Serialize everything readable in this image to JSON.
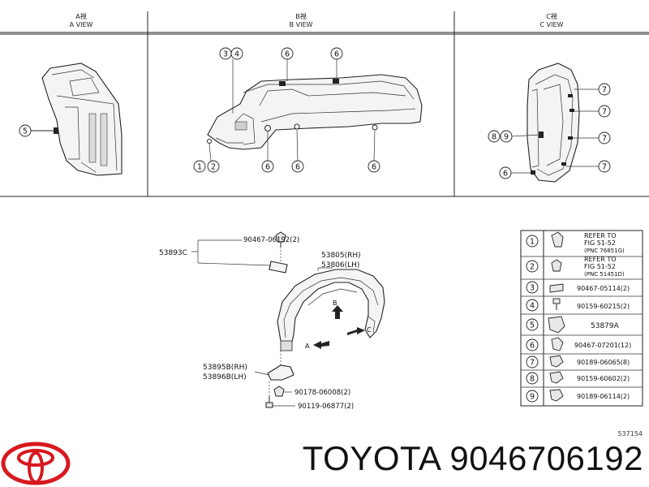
{
  "views": [
    {
      "cn": "A視",
      "en": "A VIEW"
    },
    {
      "cn": "B視",
      "en": "B VIEW"
    },
    {
      "cn": "C視",
      "en": "C VIEW"
    }
  ],
  "view_a_callouts": [
    "5"
  ],
  "view_b_callouts": [
    "3",
    "4",
    "6",
    "6",
    "1",
    "2",
    "6",
    "6",
    "6"
  ],
  "view_c_callouts": [
    "7",
    "7",
    "7",
    "7",
    "8",
    "9",
    "6"
  ],
  "main_labels": {
    "part_53893c": "53893C",
    "bolt_top": "90467-06192(2)",
    "liner_rh": "53805(RH)",
    "liner_lh": "53806(LH)",
    "bracket_rh": "53895B(RH)",
    "bracket_lh": "53896B(LH)",
    "clip_bottom": "90178-06008(2)",
    "screw_bottom": "90119-06877(2)",
    "arrow_a": "A",
    "arrow_b": "B",
    "arrow_c": "C"
  },
  "legend": [
    {
      "num": "1",
      "lines": [
        "REFER TO",
        "FIG 51-52",
        "(PNC 76851G)"
      ]
    },
    {
      "num": "2",
      "lines": [
        "REFER TO",
        "FIG 51-52",
        "(PNC 51451D)"
      ]
    },
    {
      "num": "3",
      "lines": [
        "90467-05114(2)"
      ]
    },
    {
      "num": "4",
      "lines": [
        "90159-60215(2)"
      ]
    },
    {
      "num": "5",
      "lines": [
        "53879A"
      ]
    },
    {
      "num": "6",
      "lines": [
        "90467-07201(12)"
      ]
    },
    {
      "num": "7",
      "lines": [
        "90189-06065(8)"
      ]
    },
    {
      "num": "8",
      "lines": [
        "90159-60602(2)"
      ]
    },
    {
      "num": "9",
      "lines": [
        "90189-06114(2)"
      ]
    }
  ],
  "doc_number": "537154",
  "brand_text": "TOYOTA 9046706192",
  "colors": {
    "brand_red": "#d7191f",
    "line": "#222222"
  }
}
